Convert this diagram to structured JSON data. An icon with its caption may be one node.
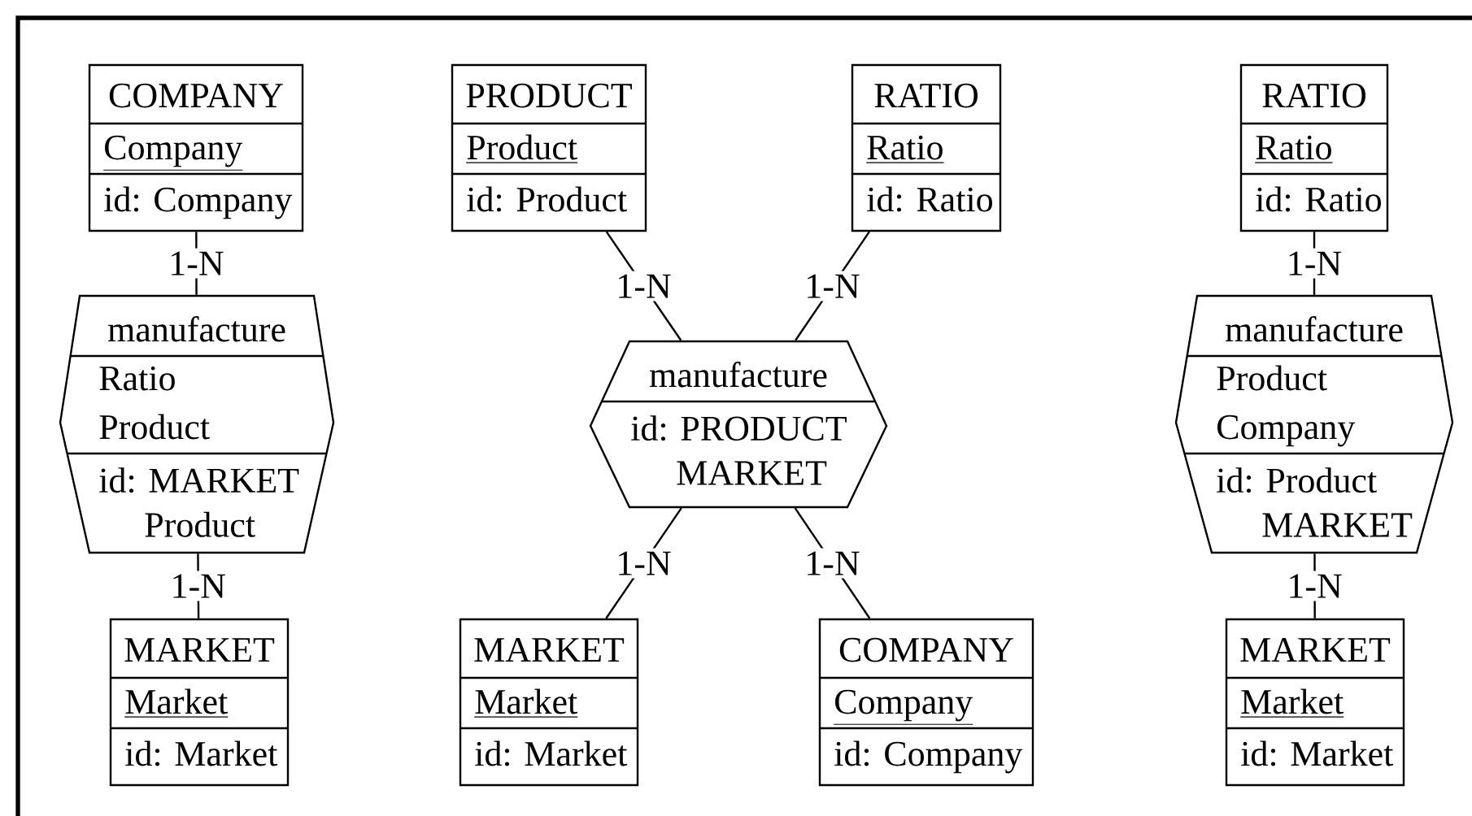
{
  "diagram": {
    "nodes": [
      {
        "text": [
          "COMPANY",
          "Company",
          "id: Company"
        ]
      },
      {
        "text": [
          "PRODUCT",
          "Product",
          "id: Product"
        ]
      },
      {
        "text": [
          "RATIO",
          "Ratio",
          "id: Ratio"
        ]
      },
      {
        "text": [
          "RATIO",
          "Ratio",
          "id: Ratio"
        ]
      },
      {
        "text": [
          "manufacture",
          "Ratio",
          "Product",
          "id: MARKET Product"
        ]
      },
      {
        "text": [
          "manufacture",
          "id: PRODUCT MARKET"
        ]
      },
      {
        "text": [
          "manufacture",
          "Product",
          "Company",
          "id: Product MARKET"
        ]
      },
      {
        "text": [
          "MARKET",
          "Market",
          "id: Market"
        ]
      },
      {
        "text": [
          "MARKET",
          "Market",
          "id: Market"
        ]
      },
      {
        "text": [
          "COMPANY",
          "Company",
          "id: Company"
        ]
      },
      {
        "text": [
          "MARKET",
          "Market",
          "id: Market"
        ]
      }
    ],
    "edges": [
      {
        "from": 0,
        "to": 4,
        "arrow": "none",
        "label": "1-N"
      },
      {
        "from": 4,
        "to": 7,
        "arrow": "none",
        "label": "1-N"
      },
      {
        "from": 1,
        "to": 5,
        "arrow": "none",
        "label": "1-N"
      },
      {
        "from": 2,
        "to": 5,
        "arrow": "none",
        "label": "1-N"
      },
      {
        "from": 5,
        "to": 8,
        "arrow": "none",
        "label": "1-N"
      },
      {
        "from": 5,
        "to": 9,
        "arrow": "none",
        "label": "1-N"
      },
      {
        "from": 3,
        "to": 6,
        "arrow": "none",
        "label": "1-N"
      },
      {
        "from": 6,
        "to": 10,
        "arrow": "none",
        "label": "1-N"
      }
    ]
  }
}
